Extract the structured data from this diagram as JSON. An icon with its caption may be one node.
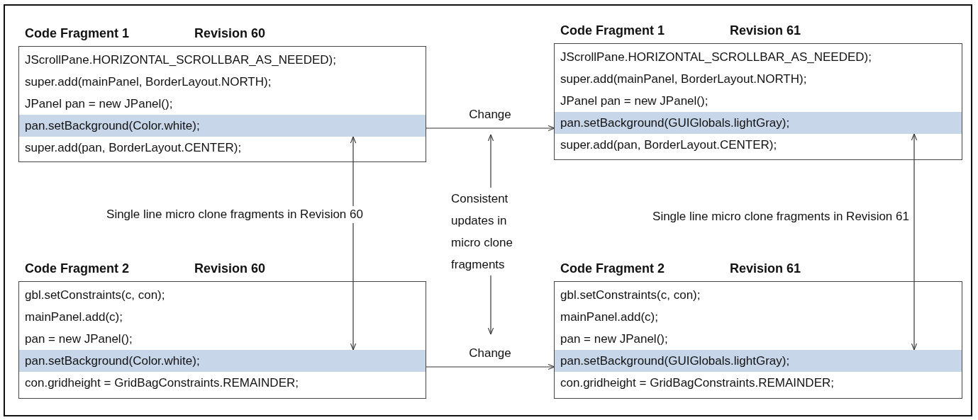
{
  "diagram": {
    "nodes": [
      {
        "text": [
          "Code Fragment 1",
          "Revision 60"
        ]
      },
      {
        "text": [
          "JScrollPane.HORIZONTAL_SCROLLBAR_AS_NEEDED);"
        ],
        "in": 0
      },
      {
        "text": [
          "super.add(mainPanel, BorderLayout.NORTH);"
        ],
        "in": 0
      },
      {
        "text": [
          "JPanel pan = new JPanel();"
        ],
        "in": 0
      },
      {
        "text": [
          "pan.setBackground(Color.white);"
        ],
        "in": 0
      },
      {
        "text": [
          "super.add(pan, BorderLayout.CENTER);"
        ],
        "in": 0
      },
      {
        "text": [
          "Code Fragment 1",
          "Revision 61"
        ]
      },
      {
        "text": [
          "JScrollPane.HORIZONTAL_SCROLLBAR_AS_NEEDED);"
        ],
        "in": 6
      },
      {
        "text": [
          "super.add(mainPanel, BorderLayout.NORTH);"
        ],
        "in": 6
      },
      {
        "text": [
          "JPanel pan = new JPanel();"
        ],
        "in": 6
      },
      {
        "text": [
          "pan.setBackground(GUIGlobals.lightGray);"
        ],
        "in": 6
      },
      {
        "text": [
          "super.add(pan, BorderLayout.CENTER);"
        ],
        "in": 6
      },
      {
        "text": [
          "Consistent updates in micro clone fragments"
        ]
      },
      {
        "text": [
          "Code Fragment 2",
          "Revision 60"
        ]
      },
      {
        "text": [
          "gbl.setConstraints(c, con);"
        ],
        "in": 13
      },
      {
        "text": [
          "mainPanel.add(c);"
        ],
        "in": 13
      },
      {
        "text": [
          "pan = new JPanel();"
        ],
        "in": 13
      },
      {
        "text": [
          "pan.setBackground(Color.white);"
        ],
        "in": 13
      },
      {
        "text": [
          "con.gridheight = GridBagConstraints.REMAINDER;"
        ],
        "in": 13
      },
      {
        "text": [
          "Code Fragment 2",
          "Revision 61"
        ]
      },
      {
        "text": [
          "gbl.setConstraints(c, con);"
        ],
        "in": 19
      },
      {
        "text": [
          "mainPanel.add(c);"
        ],
        "in": 19
      },
      {
        "text": [
          "pan = new JPanel();"
        ],
        "in": 19
      },
      {
        "text": [
          "pan.setBackground(GUIGlobals.lightGray);"
        ],
        "in": 19
      },
      {
        "text": [
          "con.gridheight = GridBagConstraints.REMAINDER;"
        ],
        "in": 19
      }
    ],
    "edges": [
      {
        "from": 4,
        "to": 10,
        "arrow": "to",
        "label": "Change"
      },
      {
        "from": 17,
        "to": 23,
        "arrow": "to",
        "label": "Change"
      },
      {
        "from": 4,
        "to": 17,
        "arrow": "both",
        "label": "Single line micro clone fragments in Revision 60"
      },
      {
        "from": 10,
        "to": 23,
        "arrow": "both",
        "label": "Single line micro clone fragments in Revision 61"
      },
      {
        "from": 12,
        "to": null,
        "arrow": "to"
      },
      {
        "from": 12,
        "to": null,
        "arrow": "to"
      }
    ]
  }
}
